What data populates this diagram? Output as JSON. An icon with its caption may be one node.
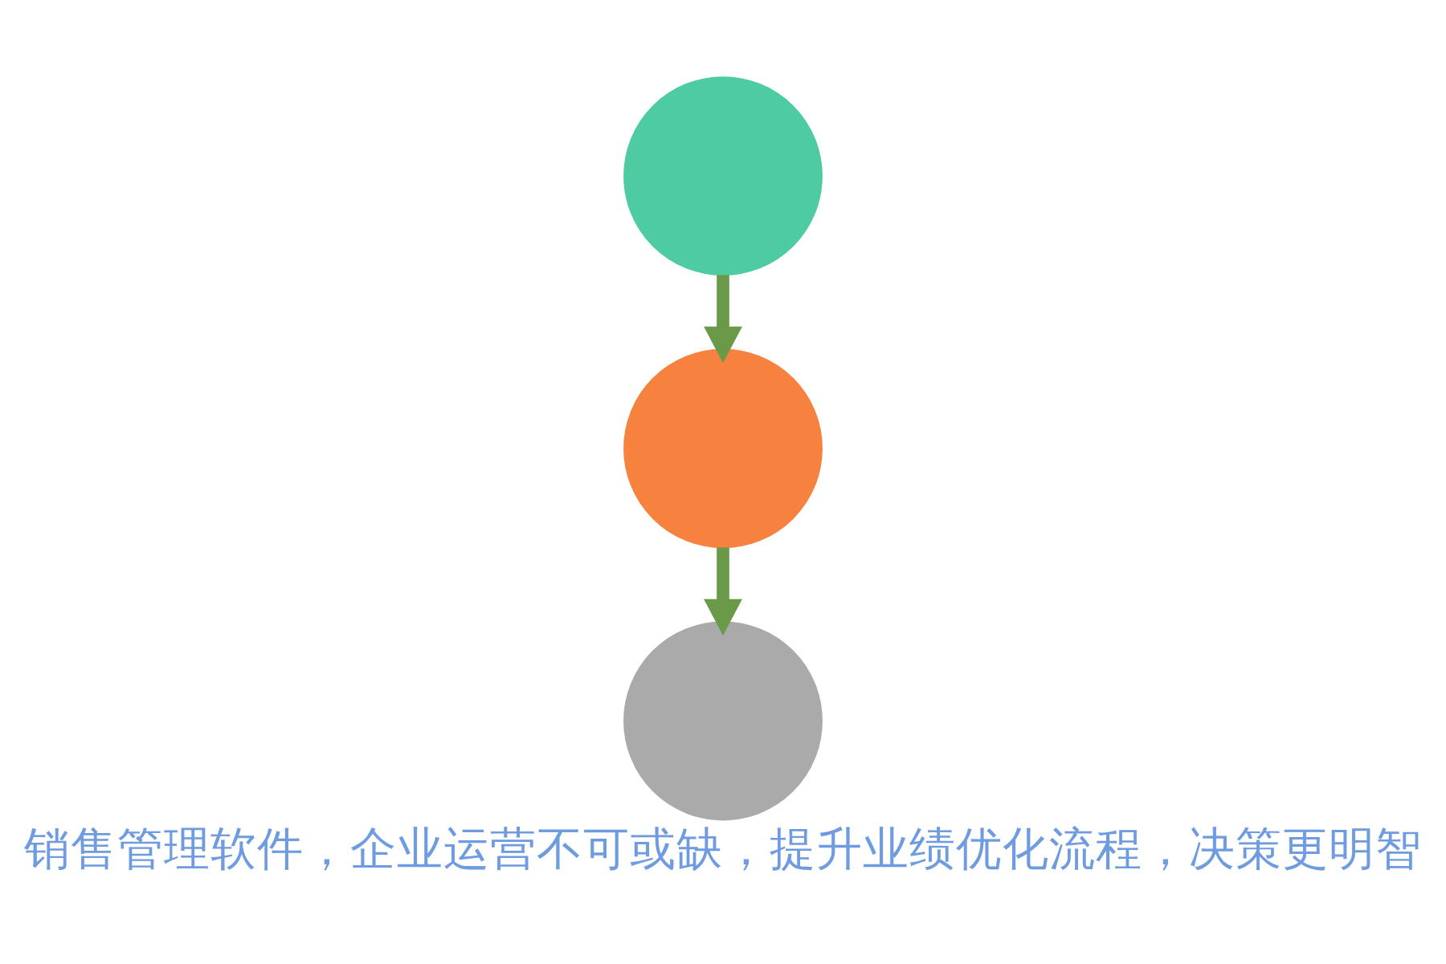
{
  "diagram": {
    "caption": "销售管理软件，企业运营不可或缺，提升业绩优化流程，决策更明智",
    "nodes": [
      {
        "text": [],
        "shape": "circle"
      },
      {
        "text": [],
        "shape": "circle"
      },
      {
        "text": [],
        "shape": "circle"
      }
    ],
    "edges": [
      {
        "from": 0,
        "to": 1,
        "arrow": "to"
      },
      {
        "from": 1,
        "to": 2,
        "arrow": "to"
      }
    ]
  }
}
